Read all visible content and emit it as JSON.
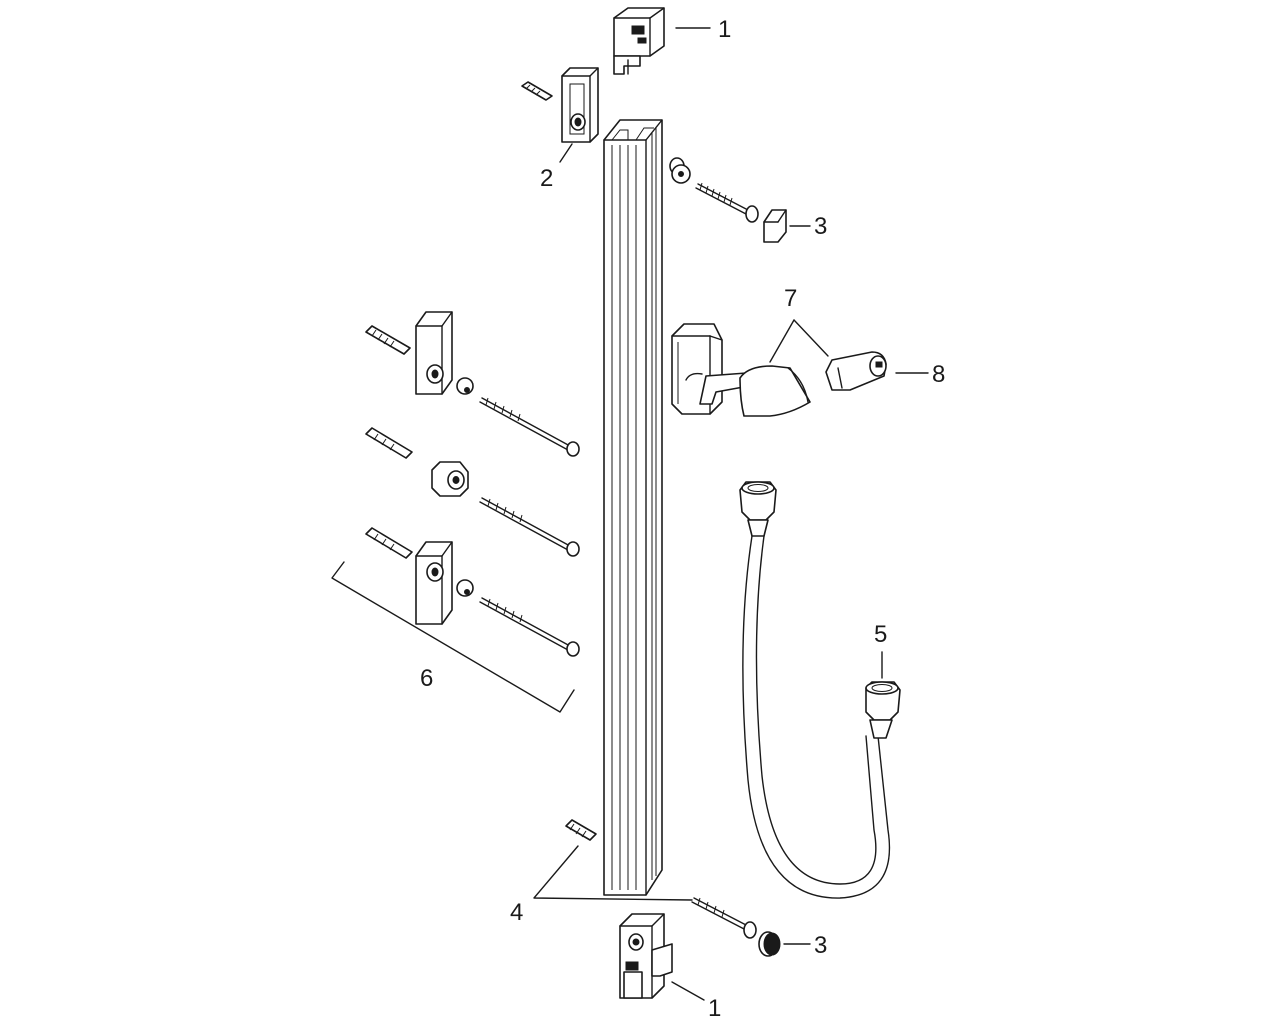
{
  "labels": {
    "top_end_cap": "1",
    "top_bracket": "2",
    "top_screw_cover": "3",
    "hose": "5",
    "wall_mounting_set": "6",
    "slider": "7",
    "handshower_holder": "8",
    "anti_rotation_pins": "4",
    "bottom_screw_cover": "3",
    "bottom_end_cap": "1"
  }
}
